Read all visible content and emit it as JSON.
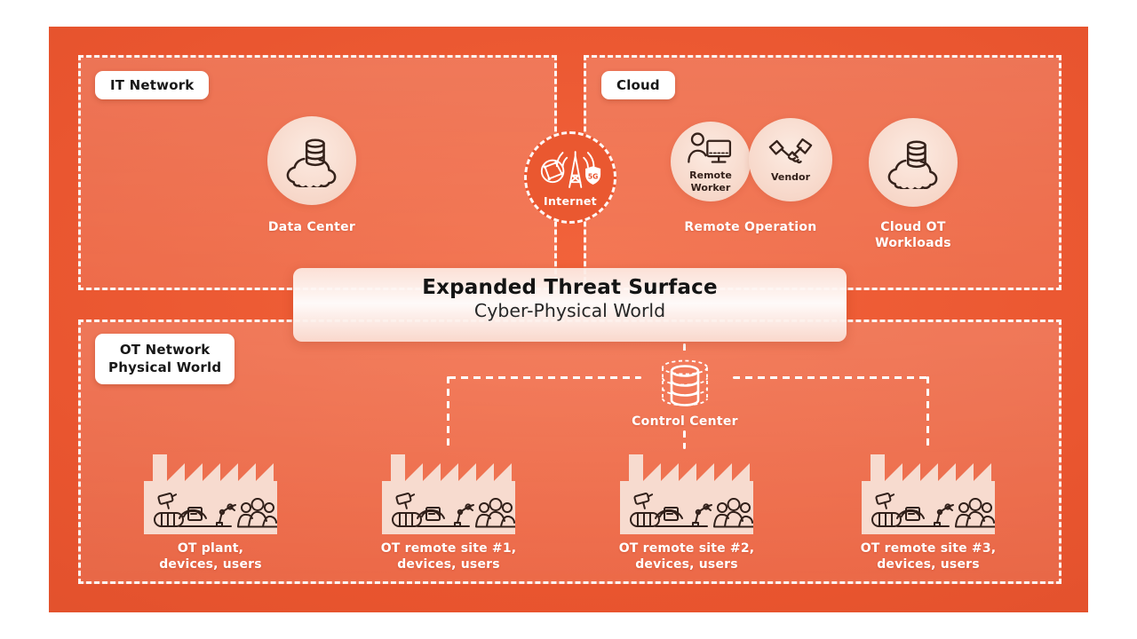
{
  "banner": {
    "title": "Expanded Threat Surface",
    "subtitle": "Cyber-Physical World"
  },
  "zones": {
    "it": {
      "label": "IT Network"
    },
    "cloud": {
      "label": "Cloud"
    },
    "ot": {
      "label_line1": "OT Network",
      "label_line2": "Physical World"
    }
  },
  "nodes": {
    "data_center": {
      "label": "Data Center"
    },
    "internet": {
      "label": "Internet",
      "shield": "5G"
    },
    "remote_worker": {
      "line1": "Remote",
      "line2": "Worker"
    },
    "vendor": {
      "label": "Vendor"
    },
    "remote_operation": {
      "label": "Remote Operation"
    },
    "cloud_ot": {
      "line1": "Cloud OT",
      "line2": "Workloads"
    },
    "control_center": {
      "label": "Control Center"
    }
  },
  "ot_sites": [
    {
      "line1": "OT plant,",
      "line2": "devices, users"
    },
    {
      "line1": "OT remote site #1,",
      "line2": "devices, users"
    },
    {
      "line1": "OT remote site #2,",
      "line2": "devices, users"
    },
    {
      "line1": "OT remote site #3,",
      "line2": "devices, users"
    }
  ],
  "colors": {
    "background_orange": "#e9552f",
    "background_deep": "#d54a28",
    "zone_fill": "#ee7c5b",
    "circle_fill": "#f7d8ca",
    "factory_fill": "#f7dbcf",
    "icon_stroke": "#35221b",
    "line_white": "#ffffff",
    "text_dark": "#181818",
    "text_white": "#ffffff"
  }
}
